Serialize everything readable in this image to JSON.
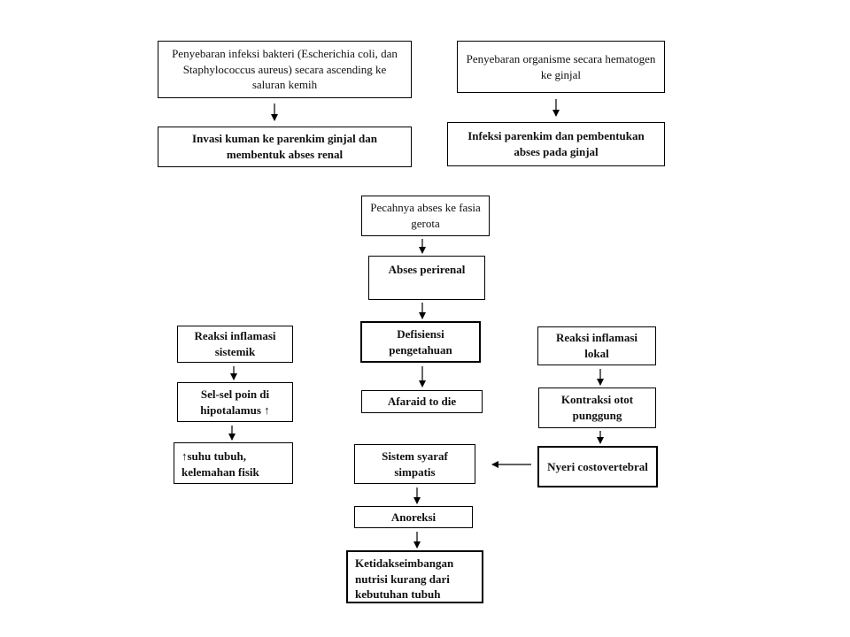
{
  "nodes": {
    "penyebaran_bakteri": "Penyebaran infeksi bakteri (Escherichia coli, dan Staphylococcus aureus) secara ascending ke saluran kemih",
    "penyebaran_hematogen": "Penyebaran organisme secara hematogen ke ginjal",
    "invasi_kuman": "Invasi kuman ke parenkim ginjal dan membentuk abses renal",
    "infeksi_parenkim": "Infeksi parenkim dan pembentukan abses pada ginjal",
    "pecahnya_abses": "Pecahnya abses ke fasia gerota",
    "abses_perirenal": "Abses perirenal",
    "defisiensi": "Defisiensi pengetahuan",
    "afaraid": "Afaraid to die",
    "reaksi_sistemik": "Reaksi inflamasi sistemik",
    "sel_poin": "Sel-sel poin di hipotalamus ↑",
    "suhu_tubuh": "↑suhu tubuh, kelemahan fisik",
    "reaksi_lokal": "Reaksi inflamasi lokal",
    "kontraksi": "Kontraksi otot punggung",
    "nyeri": "Nyeri costovertebral",
    "sistem_syaraf": "Sistem syaraf simpatis",
    "anoreksi": "Anoreksi",
    "ketidakseimbangan": "Ketidakseimbangan nutrisi kurang dari kebutuhan tubuh"
  }
}
